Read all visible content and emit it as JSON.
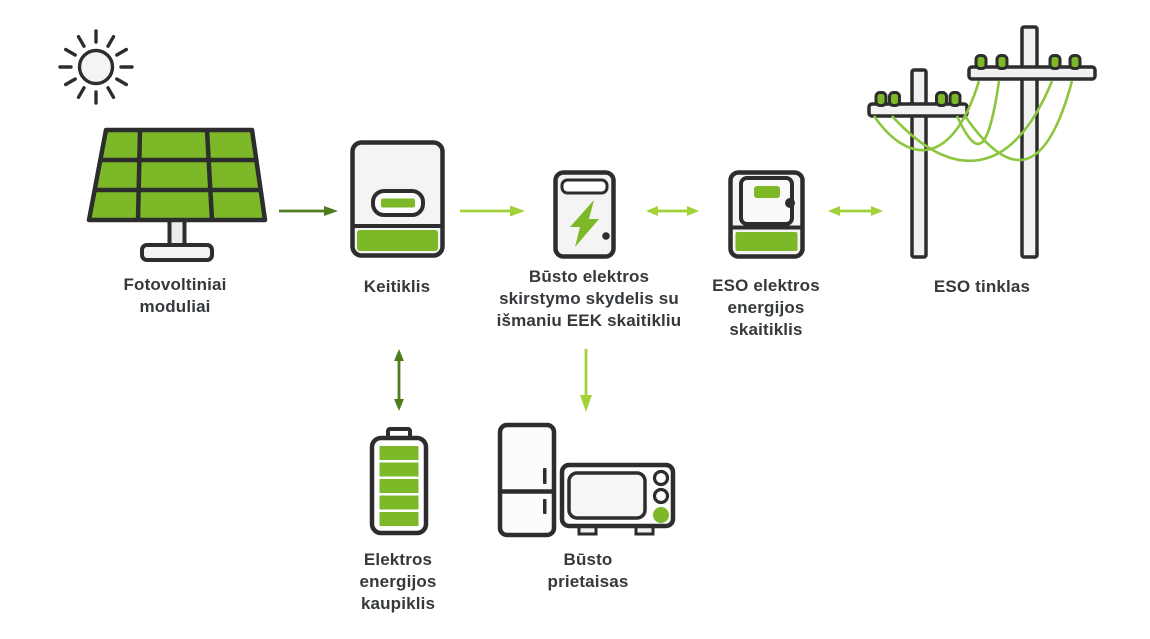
{
  "diagram_title": "",
  "colors": {
    "icon_green": "#7db829",
    "arrow_light_green": "#a3d139",
    "arrow_dark_green": "#4e7d1f",
    "wire_green": "#8cc63e",
    "outline_dark": "#2d2d2d",
    "panel_fill": "#f4f4f4",
    "text": "#35393c",
    "background": "#ffffff"
  },
  "nodes": {
    "solar": {
      "label": "Fotovoltiniai\nmoduliai"
    },
    "inverter": {
      "label": "Keitiklis"
    },
    "distribution_panel": {
      "label": "Būsto elektros\nskirstymo skydelis su\nišmaniu EEK skaitikliu"
    },
    "eso_meter": {
      "label": "ESO elektros\nenergijos\nskaitiklis"
    },
    "grid": {
      "label": "ESO tinklas"
    },
    "battery": {
      "label": "Elektros\nenergijos\nkaupiklis"
    },
    "appliances": {
      "label": "Būsto\nprietaisas"
    }
  },
  "connections": [
    {
      "from": "solar",
      "to": "inverter",
      "direction": "one-way",
      "color": "dark-green"
    },
    {
      "from": "inverter",
      "to": "distribution_panel",
      "direction": "one-way",
      "color": "light-green"
    },
    {
      "from": "distribution_panel",
      "to": "eso_meter",
      "direction": "two-way",
      "color": "light-green"
    },
    {
      "from": "eso_meter",
      "to": "grid",
      "direction": "two-way",
      "color": "light-green"
    },
    {
      "from": "inverter",
      "to": "battery",
      "direction": "two-way",
      "color": "dark-green"
    },
    {
      "from": "distribution_panel",
      "to": "appliances",
      "direction": "one-way",
      "color": "light-green"
    }
  ]
}
